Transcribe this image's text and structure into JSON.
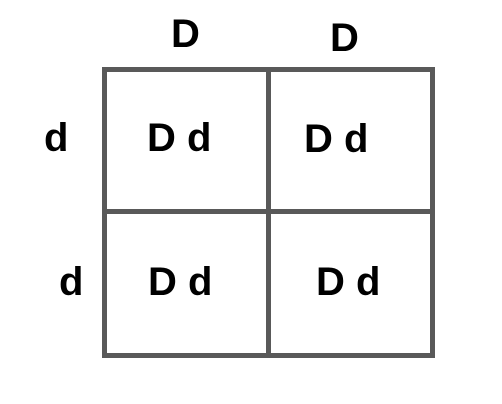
{
  "top_alleles": [
    "D",
    "D"
  ],
  "left_alleles": [
    "d",
    "d"
  ],
  "cells": [
    [
      "D d",
      "D d"
    ],
    [
      "D d",
      "D d"
    ]
  ],
  "colors": {
    "grid_line": "#595959",
    "text": "#000000",
    "background": "#ffffff"
  }
}
